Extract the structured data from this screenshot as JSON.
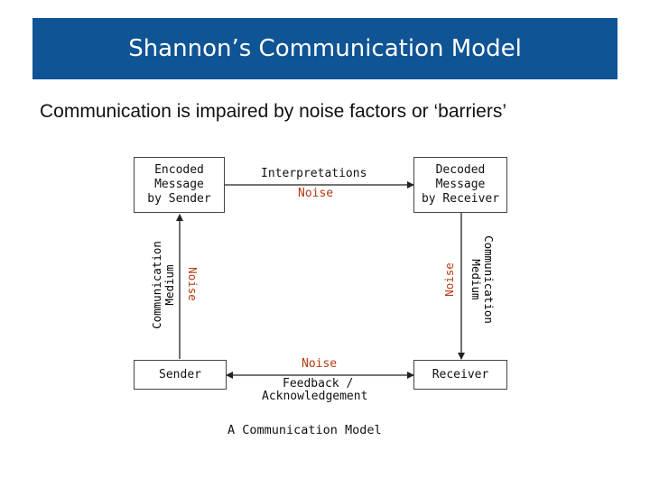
{
  "slide": {
    "title": "Shannon’s Communication Model",
    "subtitle": "Communication is impaired by noise factors or ‘barriers’"
  },
  "diagram": {
    "encoded_box": [
      "Encoded",
      "Message",
      "by Sender"
    ],
    "decoded_box": [
      "Decoded",
      "Message",
      "by Receiver"
    ],
    "sender_box": "Sender",
    "receiver_box": "Receiver",
    "top_link": {
      "label": "Interpretations",
      "noise": "Noise"
    },
    "left_link": {
      "label_line1": "Communication",
      "label_line2": "Medium",
      "noise": "Noise"
    },
    "right_link": {
      "label_line1": "Communication",
      "label_line2": "Medium",
      "noise": "Noise"
    },
    "bottom_link": {
      "noise": "Noise",
      "label_line1": "Feedback /",
      "label_line2": "Acknowledgement"
    },
    "caption": "A Communication Model",
    "colors": {
      "noise": "#b43a12",
      "title_bar": "#0f5494"
    }
  }
}
